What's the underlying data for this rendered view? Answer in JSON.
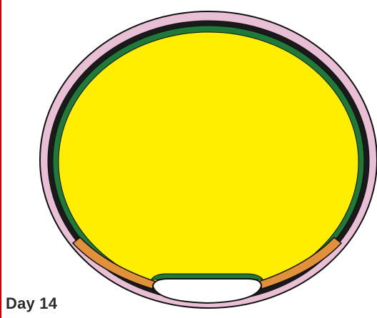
{
  "label": {
    "stage": "Day 14"
  },
  "colors": {
    "outer_membrane": "#e8bfd4",
    "outline": "#111111",
    "dark_layer": "#1a1a1a",
    "green_layer": "#1f7a3a",
    "yolk": "#ffee00",
    "orange_band": "#e0913a",
    "cavity": "#ffffff",
    "frame_border": "#cc0000"
  },
  "layers": [
    "outer-pink-membrane",
    "black-layer",
    "green-layer",
    "yellow-yolk",
    "orange-bands",
    "white-cavity"
  ]
}
